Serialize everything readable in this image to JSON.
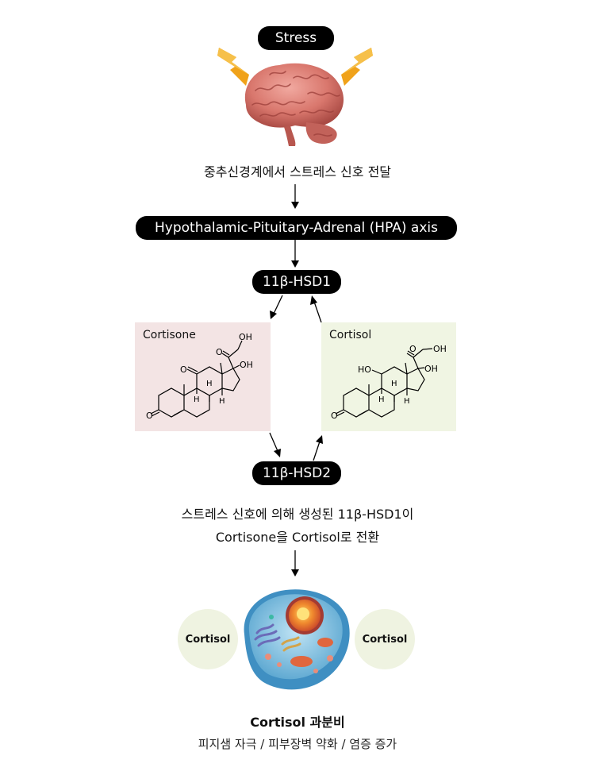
{
  "stress_label": "Stress",
  "cns_caption": "중추신경계에서 스트레스 신호 전달",
  "hpa_label": "Hypothalamic-Pituitary-Adrenal (HPA) axis",
  "hsd1_label": "11β-HSD1",
  "hsd2_label": "11β-HSD2",
  "cortisone": {
    "title": "Cortisone",
    "bg": "#f3e4e4",
    "atoms": {
      "oh_top": "OH",
      "oh_side": "OH",
      "o_keto": "O",
      "o_side": "O",
      "o_ring": "O",
      "h1": "H",
      "h2": "H",
      "h3": "H"
    }
  },
  "cortisol": {
    "title": "Cortisol",
    "bg": "#f0f5e3",
    "atoms": {
      "oh_top": "OH",
      "oh_side": "OH",
      "ho": "HO",
      "o_side": "O",
      "o_ring": "O",
      "h1": "H",
      "h2": "H",
      "h3": "H"
    }
  },
  "conversion_caption": {
    "line1": "스트레스 신호에 의해 생성된 11β-HSD1이",
    "line2": "Cortisone을 Cortisol로 전환"
  },
  "cell_labels": {
    "left": "Cortisol",
    "right": "Cortisol"
  },
  "result": {
    "title": "Cortisol 과분비",
    "subtitle": "피지샘 자극 / 피부장벽 약화 / 염증 증가"
  }
}
